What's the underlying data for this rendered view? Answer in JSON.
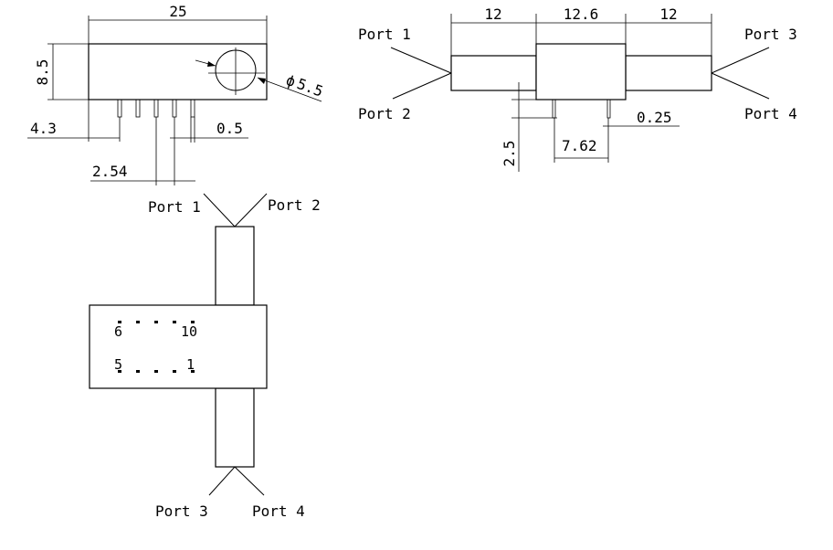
{
  "side_view": {
    "dim_length": "25",
    "dim_height": "8.5",
    "dim_diameter": "5.5",
    "dim_diameter_symbol": "ϕ",
    "dim_left_offset": "4.3",
    "dim_pin_width": "0.5",
    "dim_pin_pitch": "2.54"
  },
  "front_view": {
    "dim_fiber_left": "12",
    "dim_body": "12.6",
    "dim_fiber_right": "12",
    "dim_pin_length": "2.5",
    "dim_pin_spacing": "7.62",
    "dim_pin_dia": "0.25",
    "port1": "Port 1",
    "port2": "Port 2",
    "port3": "Port 3",
    "port4": "Port 4"
  },
  "top_view": {
    "port1": "Port 1",
    "port2": "Port 2",
    "port3": "Port 3",
    "port4": "Port 4",
    "pin_6": "6",
    "pin_10": "10",
    "pin_5": "5",
    "pin_1": "1"
  }
}
